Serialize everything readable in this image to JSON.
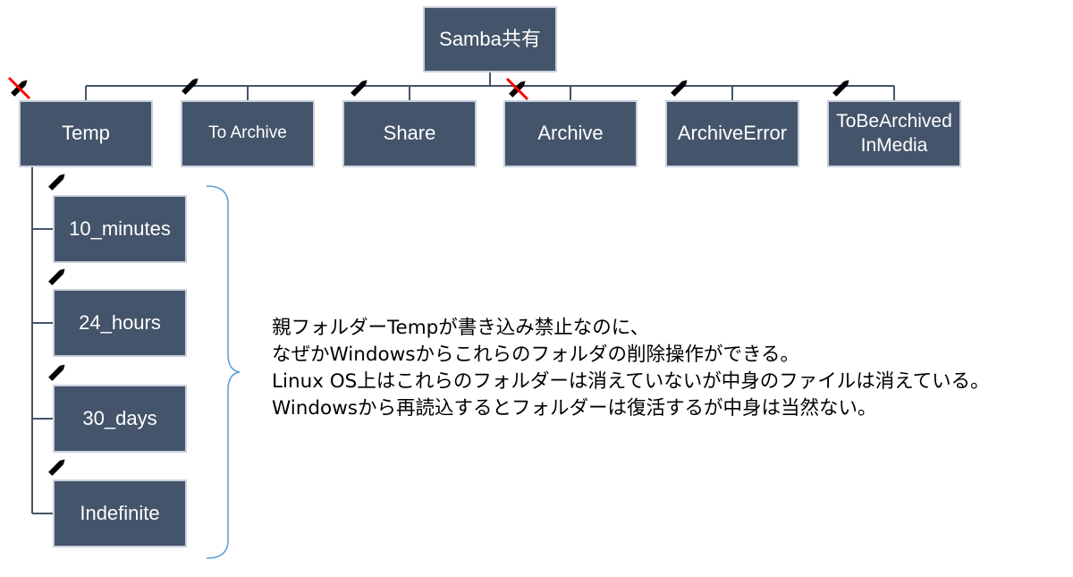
{
  "diagram": {
    "root": {
      "label": "Samba共有"
    },
    "folders": [
      {
        "label": "Temp",
        "status": "write-protected",
        "icon": "pencil-crossed-icon"
      },
      {
        "label": "To Archive",
        "status": "writable",
        "icon": "pencil-icon"
      },
      {
        "label": "Share",
        "status": "writable",
        "icon": "pencil-icon"
      },
      {
        "label": "Archive",
        "status": "write-protected",
        "icon": "pencil-crossed-icon"
      },
      {
        "label": "ArchiveError",
        "status": "writable",
        "icon": "pencil-icon"
      },
      {
        "label": "ToBeArchived InMedia",
        "status": "writable",
        "icon": "pencil-icon"
      }
    ],
    "subfolders": [
      {
        "label": "10_minutes",
        "icon": "pencil-icon"
      },
      {
        "label": "24_hours",
        "icon": "pencil-icon"
      },
      {
        "label": "30_days",
        "icon": "pencil-icon"
      },
      {
        "label": "Indefinite",
        "icon": "pencil-icon"
      }
    ],
    "note_lines": [
      "親フォルダーTempが書き込み禁止なのに、",
      "なぜかWindowsからこれらのフォルダの削除操作ができる。",
      "Linux OS上はこれらのフォルダーは消えていないが中身のファイルは消えている。",
      "Windowsから再読込するとフォルダーは復活するが中身は当然ない。"
    ],
    "colors": {
      "node_fill": "#44546a",
      "node_border": "#c9d0dc",
      "connector": "#44546a",
      "brace": "#5b9bd5",
      "cross": "#ff0000",
      "pencil": "#000000"
    }
  }
}
